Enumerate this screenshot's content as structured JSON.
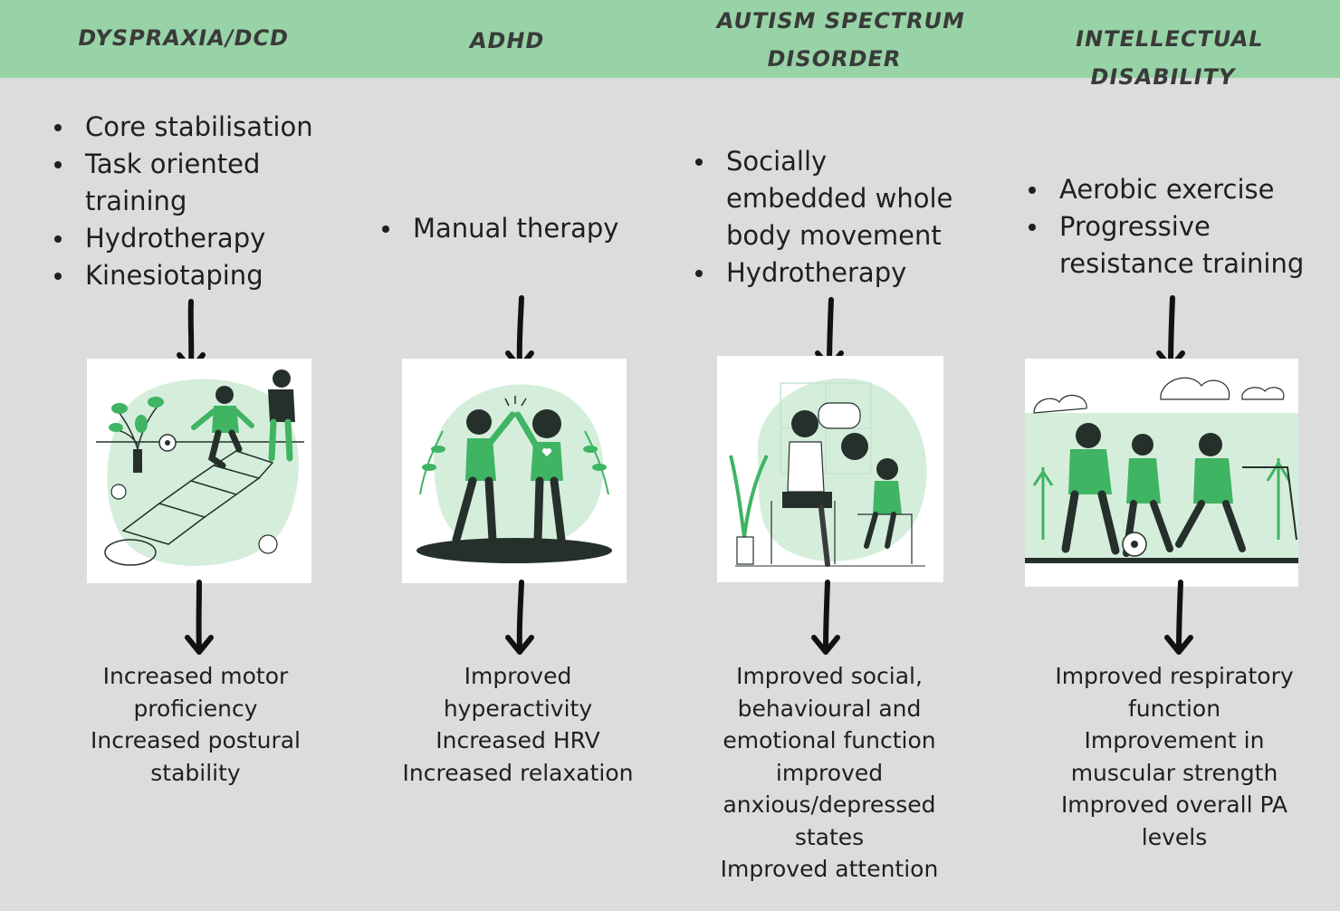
{
  "columns": [
    {
      "title_lines": [
        "DYSPRAXIA/DCD"
      ],
      "interventions": [
        "Core stabilisation",
        "Task oriented training",
        "Hydrotherapy",
        "Kinesiotaping"
      ],
      "outcomes": [
        "Increased motor",
        "proficiency",
        "Increased postural",
        "stability"
      ],
      "illustration": "children-playing-hopscotch-illustration"
    },
    {
      "title_lines": [
        "ADHD"
      ],
      "interventions": [
        "Manual therapy"
      ],
      "outcomes": [
        "Improved",
        "hyperactivity",
        "Increased HRV",
        "Increased relaxation"
      ],
      "illustration": "children-high-five-illustration"
    },
    {
      "title_lines": [
        "AUTISM SPECTRUM",
        "DISORDER"
      ],
      "interventions": [
        "Socially embedded whole body movement",
        "Hydrotherapy"
      ],
      "outcomes": [
        "Improved social,",
        "behavioural and",
        "emotional function",
        "improved",
        "anxious/depressed",
        "states",
        "Improved attention"
      ],
      "illustration": "therapist-talking-with-child-illustration"
    },
    {
      "title_lines": [
        "INTELLECTUAL DISABILITY"
      ],
      "interventions": [
        "Aerobic exercise",
        "Progressive resistance training"
      ],
      "outcomes": [
        "Improved respiratory",
        "function",
        "Improvement in",
        "muscular strength",
        "Improved overall PA",
        "levels"
      ],
      "illustration": "kids-playing-soccer-illustration"
    }
  ],
  "colors": {
    "header": "#97d3a6",
    "background": "#dcdcdc",
    "accent_green": "#3fb463",
    "light_green": "#d5eedc",
    "dark": "#26302b"
  },
  "icons": [
    "down-arrow-icon"
  ]
}
